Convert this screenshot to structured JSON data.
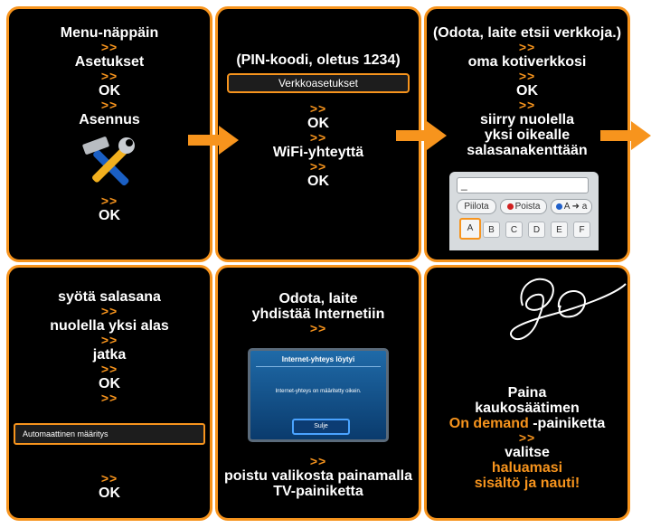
{
  "colors": {
    "accent": "#f7941d",
    "panel_bg": "#000000",
    "text": "#ffffff"
  },
  "separator": ">>",
  "step1": {
    "line1": "Menu-näppäin",
    "line2": "Asetukset",
    "line3": "OK",
    "line4": "Asennus",
    "icon": "tools-icon",
    "line5": "OK"
  },
  "step2": {
    "line1": "(PIN-koodi, oletus 1234)",
    "menu_item": "Verkkoasetukset",
    "line2": "OK",
    "line3": "WiFi-yhteyttä",
    "line4": "OK"
  },
  "step3": {
    "line1": "(Odota, laite etsii verkkoja.)",
    "line2": "oma kotiverkkosi",
    "line3": "OK",
    "line4a": "siirry nuolella",
    "line4b": "yksi oikealle",
    "line4c": "salasanakenttään",
    "keyboard": {
      "input_value": "_",
      "btn_hide": "Piilota",
      "btn_delete": "Poista",
      "btn_case": "A ➜ a",
      "keys": [
        "A",
        "B",
        "C",
        "D",
        "E",
        "F"
      ]
    }
  },
  "step4": {
    "line1": "syötä salasana",
    "line2": "nuolella yksi alas",
    "line3": "jatka",
    "line4": "OK",
    "field": "Automaattinen määritys",
    "line5": "OK"
  },
  "step5": {
    "line1a": "Odota, laite",
    "line1b": "yhdistää Internetiin",
    "dialog_title": "Internet-yhteys löytyi",
    "dialog_text": "Internet-yhteys on määritetty oikein.",
    "dialog_button": "Sulje",
    "line2a": "poistu valikosta painamalla",
    "line2b": "TV-painiketta"
  },
  "step6": {
    "logo": "go",
    "line1": "Paina",
    "line2": "kaukosäätimen",
    "line3_highlight": "On demand",
    "line3_rest": " -painiketta",
    "line4": "valitse",
    "line5_highlight": "haluamasi",
    "line6_highlight": "sisältö ja nauti!"
  }
}
